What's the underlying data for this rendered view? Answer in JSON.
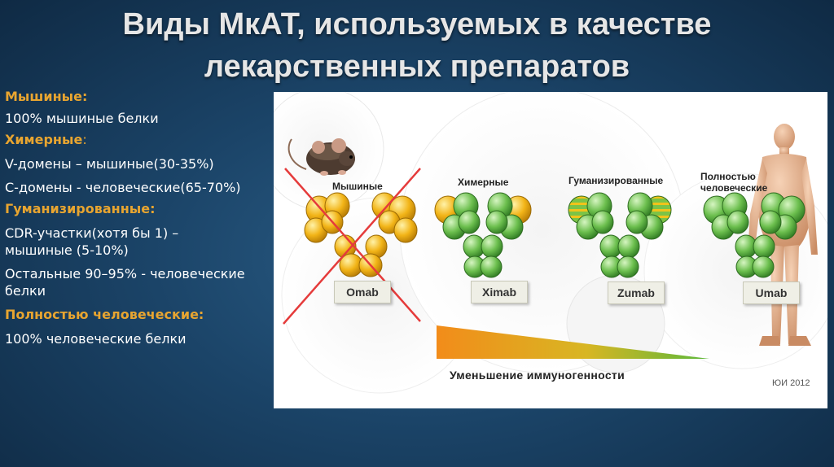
{
  "title": {
    "line1": "Виды МкАТ, используемых в качестве",
    "line2": "лекарственных препаратов"
  },
  "side": {
    "h1": "Мышиные:",
    "t1": "100%  мышиные белки",
    "h2": "Химерные",
    "h2_colon": ":",
    "t2a": "V-домены – мышиные(30-35%)",
    "t2b": "С-домены -  человеческие(65-70%)",
    "h3": "Гуманизированные:",
    "t3a": "CDR-участки(хотя бы 1) –",
    "t3b": "мышиные (5-10%)",
    "t3c": "Остальные 90–95% - человеческие",
    "t3d": "белки",
    "h4": "Полностью человеческие:",
    "t4": "100% человеческие белки"
  },
  "figure": {
    "labels": {
      "murine": "Мышиные",
      "chimeric": "Химерные",
      "humanized": "Гуманизированные",
      "human_l1": "Полностью",
      "human_l2": "человеческие"
    },
    "boxes": {
      "omab": "Omab",
      "ximab": "Ximab",
      "zumab": "Zumab",
      "umab": "Umab"
    },
    "caption": "Уменьшение  иммуногенности",
    "copyright": "ЮИ 2012",
    "colors": {
      "mouse_domain": "#f2b417",
      "human_domain": "#6cbf4e",
      "cross": "#e53b3b",
      "gradient_start": "#f28c1a",
      "gradient_end": "#5cb83a"
    }
  }
}
